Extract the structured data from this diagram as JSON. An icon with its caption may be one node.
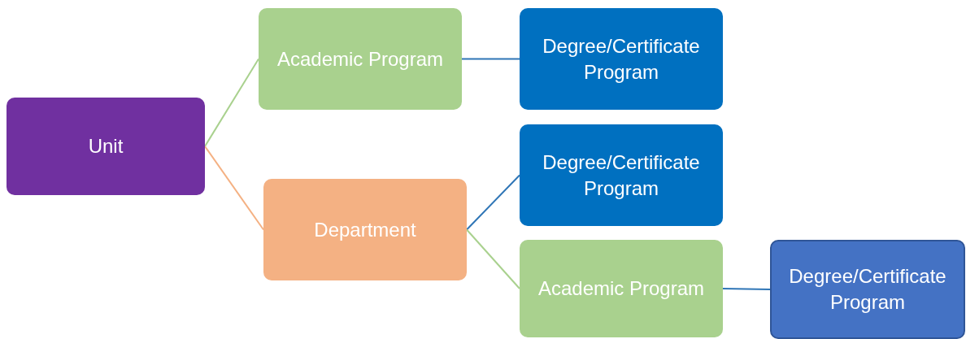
{
  "diagram": {
    "nodes": [
      {
        "text": [
          "Unit"
        ]
      },
      {
        "text": [
          "Academic Program"
        ]
      },
      {
        "text": [
          "Department"
        ]
      },
      {
        "text": [
          "Degree/Certificate Program"
        ]
      },
      {
        "text": [
          "Degree/Certificate Program"
        ]
      },
      {
        "text": [
          "Academic Program"
        ]
      },
      {
        "text": [
          "Degree/Certificate Program"
        ]
      }
    ],
    "edges": [
      {
        "from": 0,
        "to": 1,
        "arrow": "none",
        "color": "#a9d18e"
      },
      {
        "from": 0,
        "to": 2,
        "arrow": "none",
        "color": "#f4b183"
      },
      {
        "from": 1,
        "to": 3,
        "arrow": "none"
      },
      {
        "from": 2,
        "to": 4,
        "arrow": "none"
      },
      {
        "from": 2,
        "to": 5,
        "arrow": "none",
        "color": "#a9d18e"
      },
      {
        "from": 5,
        "to": 6,
        "arrow": "none"
      }
    ]
  }
}
